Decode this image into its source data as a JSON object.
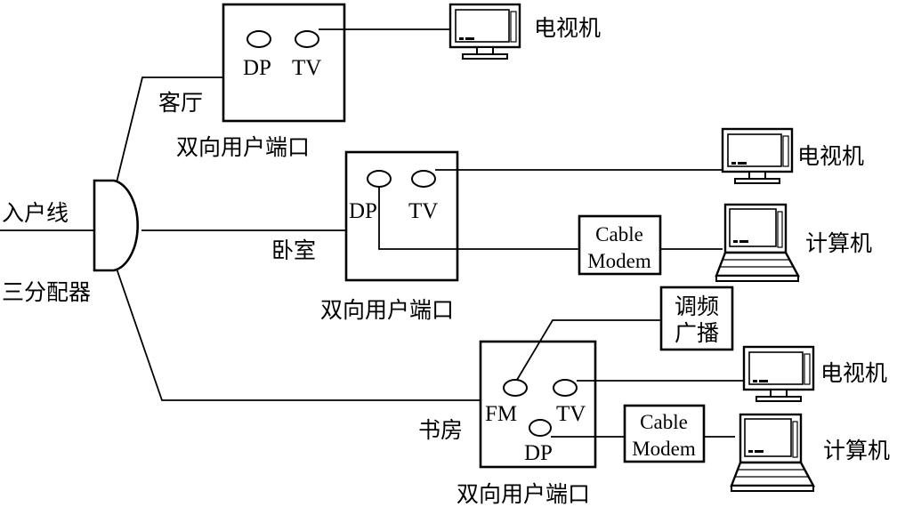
{
  "labels": {
    "incoming": "入户线",
    "splitter": "三分配器",
    "living_room": "客厅",
    "bedroom": "卧室",
    "study": "书房",
    "outlet_1": "双向用户端口",
    "outlet_2": "双向用户端口",
    "outlet_3": "双向用户端口",
    "dp": "DP",
    "tv": "TV",
    "fm": "FM",
    "television": "电视机",
    "computer": "计算机",
    "cable": "Cable",
    "modem": "Modem",
    "fm_radio_line1": "调频",
    "fm_radio_line2": "广播"
  }
}
